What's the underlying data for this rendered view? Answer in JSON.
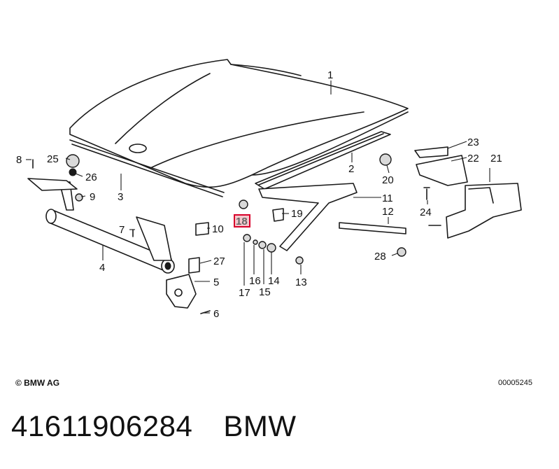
{
  "diagram": {
    "parts": [
      {
        "number": "1"
      },
      {
        "number": "2"
      },
      {
        "number": "3"
      },
      {
        "number": "4"
      },
      {
        "number": "5"
      },
      {
        "number": "6"
      },
      {
        "number": "7"
      },
      {
        "number": "8"
      },
      {
        "number": "9"
      },
      {
        "number": "10"
      },
      {
        "number": "11"
      },
      {
        "number": "12"
      },
      {
        "number": "13"
      },
      {
        "number": "14"
      },
      {
        "number": "15"
      },
      {
        "number": "16"
      },
      {
        "number": "17"
      },
      {
        "number": "18",
        "highlighted": true
      },
      {
        "number": "19"
      },
      {
        "number": "20"
      },
      {
        "number": "21"
      },
      {
        "number": "22"
      },
      {
        "number": "23"
      },
      {
        "number": "24"
      },
      {
        "number": "25"
      },
      {
        "number": "26"
      },
      {
        "number": "27"
      },
      {
        "number": "28"
      }
    ],
    "highlight_color": "#d8002a",
    "highlight_fill": "#f3c7cc"
  },
  "footer": {
    "copyright": "© BMW AG",
    "drawing_number": "00005245"
  },
  "part_number": "41611906284",
  "brand": "BMW"
}
